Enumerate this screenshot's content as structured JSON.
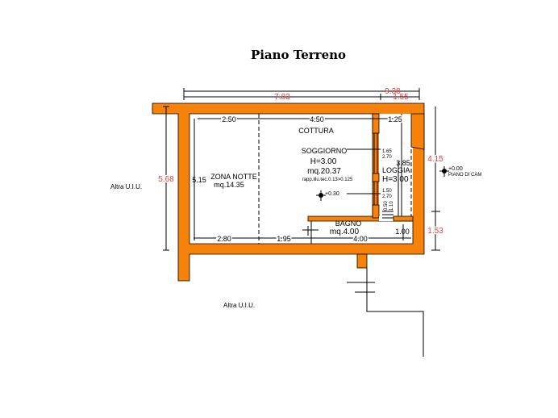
{
  "title": "Piano Terreno",
  "colors": {
    "wall": "#f7820a",
    "dimension_total": "#e84040",
    "line": "#000000"
  },
  "dimensions": {
    "total_width": "9.38",
    "width_main": "7.83",
    "width_loggia": "1.55",
    "top_zona_notte": "2.50",
    "top_soggiorno": "4.50",
    "top_loggia": "1.25",
    "bottom_zona_notte": "2.80",
    "bottom_mid": "1.95",
    "bottom_bagno": "4.00",
    "outer_height": "5.68",
    "inner_height": "5.15",
    "loggia_depth": "3.85",
    "right_upper": "4.15",
    "right_lower": "1.53",
    "bagno_height": "1.00",
    "window1_a": "1.65",
    "window1_b": "2.70",
    "window2_a": "1.50",
    "window2_b": "2.70",
    "door_a": "0.50",
    "door_b": "1.10"
  },
  "rooms": {
    "zona_notte": {
      "name": "ZONA NOTTE",
      "area": "mq.14.35"
    },
    "cottura": {
      "name": "COTTURA"
    },
    "soggiorno": {
      "name": "SOGGIORNO",
      "height": "H=3.00",
      "area": "mq.20.37",
      "ratio": "rapp.illu.tec.0.13>0.125"
    },
    "loggia": {
      "name": "LOGGIA",
      "height": "H=3.00"
    },
    "bagno": {
      "name": "BAGNO",
      "area": "mq.4.00"
    }
  },
  "levels": {
    "interior": "+0.30",
    "exterior": "+0.00",
    "exterior_label": "PIANO DI CAM"
  },
  "neighbors": {
    "left": "Altra U.I.U.",
    "bottom": "Altra U.I.U."
  }
}
